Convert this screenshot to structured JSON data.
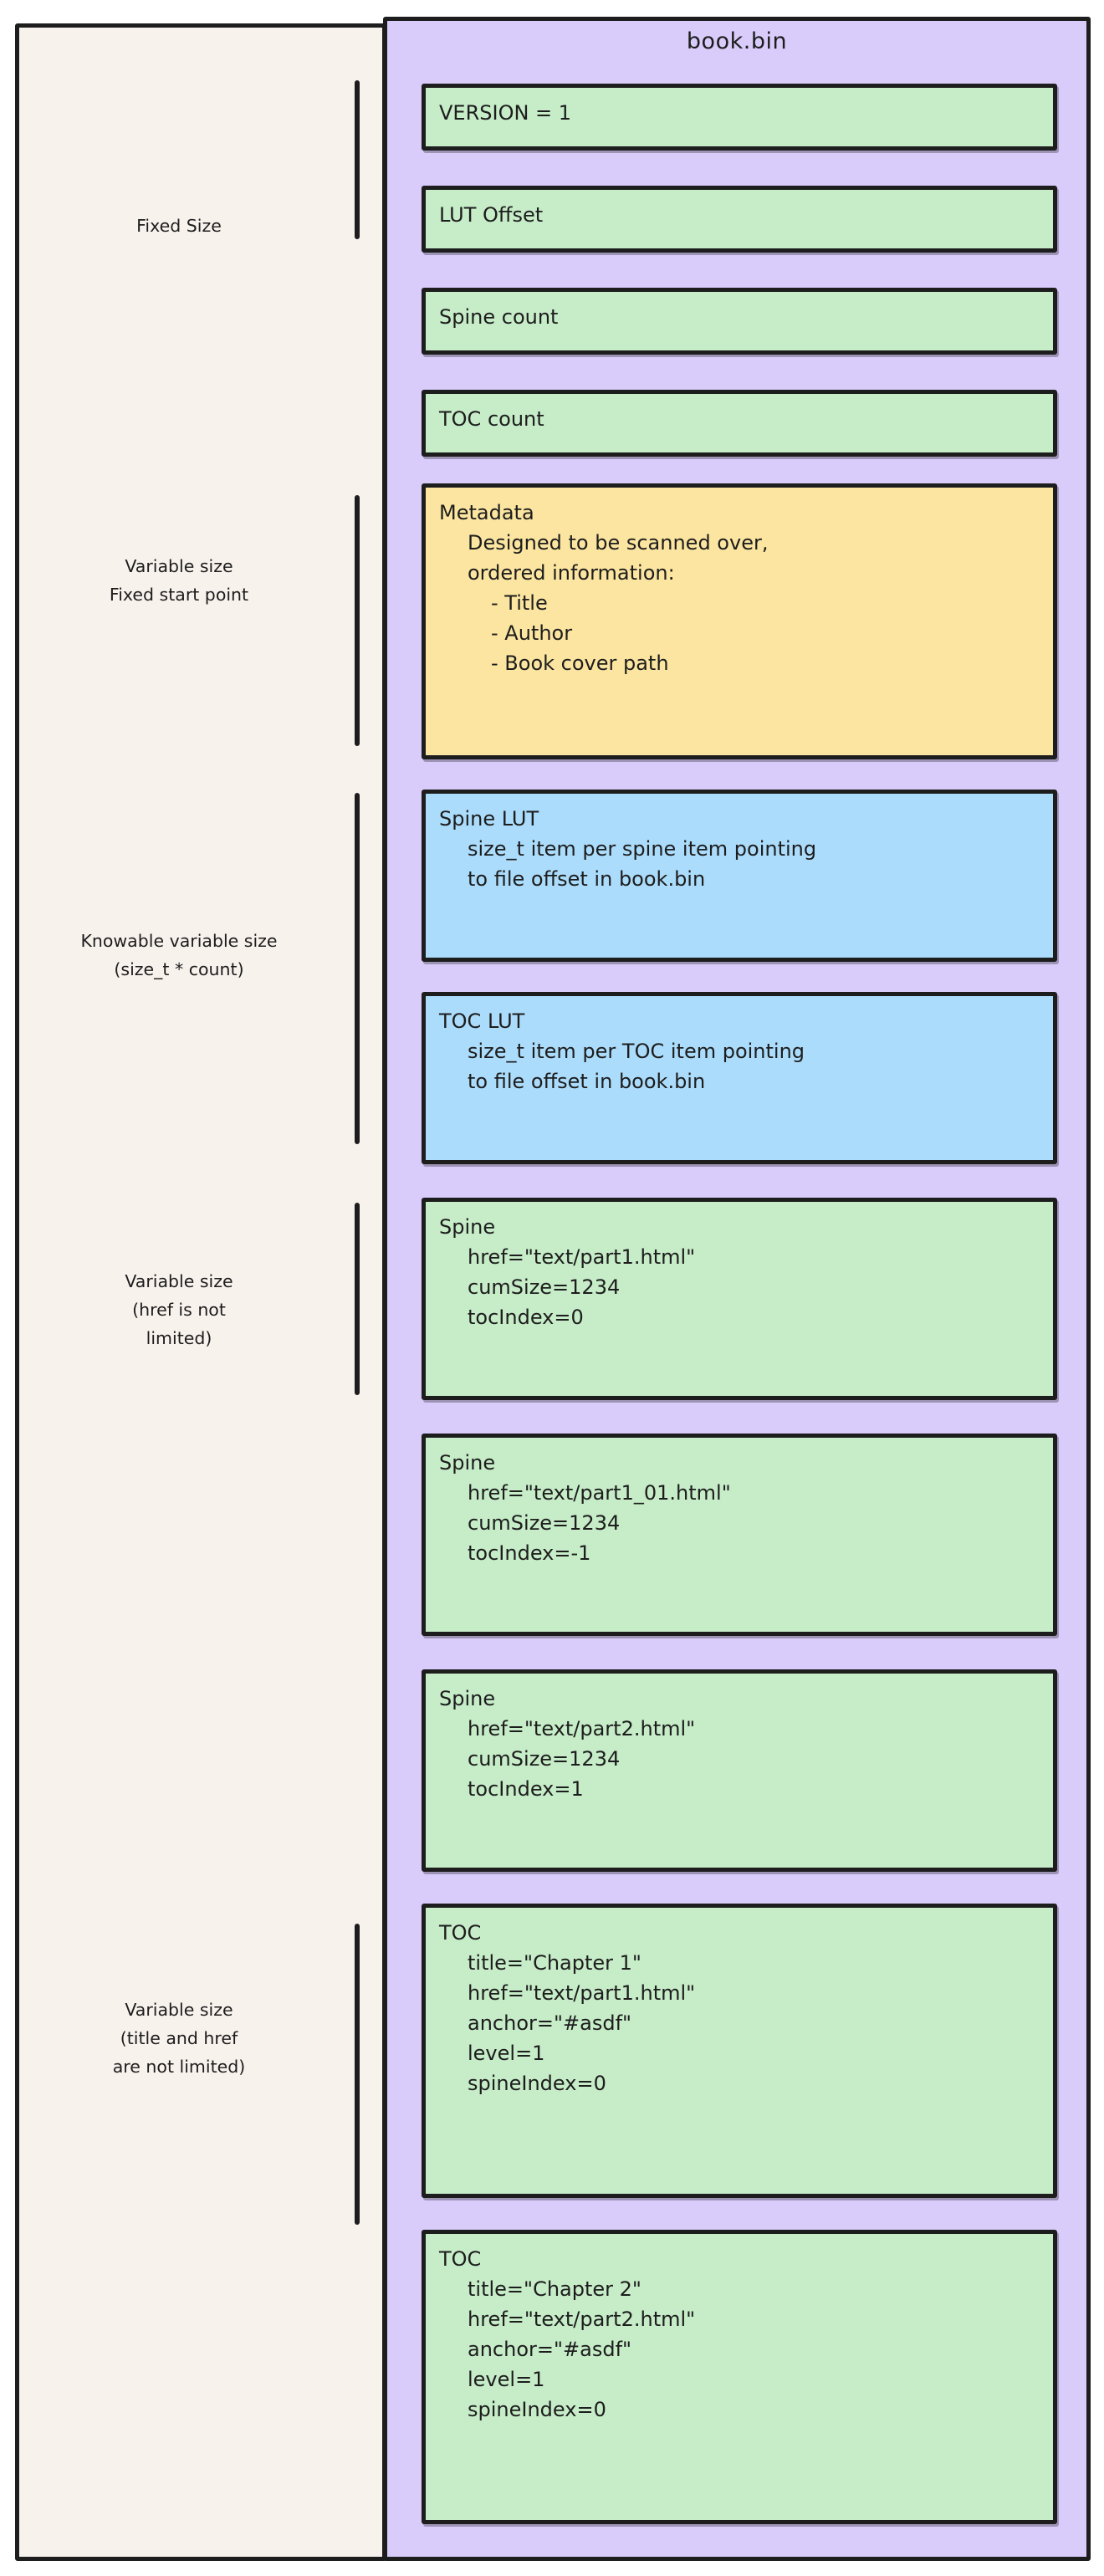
{
  "diagram": {
    "file_title": "book.bin",
    "colors": {
      "page_background": "#ffffff",
      "left_panel": "#f8f2ed",
      "right_panel": "#d9ccfb",
      "green_box": "#c6ecc8",
      "yellow_box": "#fbe5a0",
      "blue_box": "#abdcfb",
      "stroke": "#1d1d1d"
    }
  },
  "groups": [
    {
      "id": "fixed-size",
      "label": "Fixed Size"
    },
    {
      "id": "variable-fixed-start",
      "label": "Variable size\nFixed start point"
    },
    {
      "id": "knowable-variable",
      "label": "Knowable variable size\n(size_t * count)"
    },
    {
      "id": "variable-href",
      "label": "Variable size\n(href is not\nlimited)"
    },
    {
      "id": "variable-title-href",
      "label": "Variable size\n(title and href\nare not limited)"
    }
  ],
  "boxes": [
    {
      "id": "version",
      "color": "green",
      "lines": [
        {
          "text": "VERSION = 1",
          "indent": 0
        }
      ]
    },
    {
      "id": "lut-offset",
      "color": "green",
      "lines": [
        {
          "text": "LUT Offset",
          "indent": 0
        }
      ]
    },
    {
      "id": "spine-count",
      "color": "green",
      "lines": [
        {
          "text": "Spine count",
          "indent": 0
        }
      ]
    },
    {
      "id": "toc-count",
      "color": "green",
      "lines": [
        {
          "text": "TOC count",
          "indent": 0
        }
      ]
    },
    {
      "id": "metadata",
      "color": "yellow",
      "lines": [
        {
          "text": "Metadata",
          "indent": 0
        },
        {
          "text": "Designed to be scanned over,",
          "indent": 1
        },
        {
          "text": "ordered information:",
          "indent": 1
        },
        {
          "text": "- Title",
          "indent": 2
        },
        {
          "text": "- Author",
          "indent": 2
        },
        {
          "text": "- Book cover path",
          "indent": 2
        }
      ]
    },
    {
      "id": "spine-lut",
      "color": "blue",
      "lines": [
        {
          "text": "Spine LUT",
          "indent": 0
        },
        {
          "text": "size_t item per spine item pointing",
          "indent": 1
        },
        {
          "text": "to file offset in book.bin",
          "indent": 1
        }
      ]
    },
    {
      "id": "toc-lut",
      "color": "blue",
      "lines": [
        {
          "text": "TOC LUT",
          "indent": 0
        },
        {
          "text": "size_t item per TOC item pointing",
          "indent": 1
        },
        {
          "text": "to file offset in book.bin",
          "indent": 1
        }
      ]
    },
    {
      "id": "spine-1",
      "color": "green",
      "lines": [
        {
          "text": "Spine",
          "indent": 0
        },
        {
          "text": "href=\"text/part1.html\"",
          "indent": 1
        },
        {
          "text": "cumSize=1234",
          "indent": 1
        },
        {
          "text": "tocIndex=0",
          "indent": 1
        }
      ]
    },
    {
      "id": "spine-2",
      "color": "green",
      "lines": [
        {
          "text": "Spine",
          "indent": 0
        },
        {
          "text": "href=\"text/part1_01.html\"",
          "indent": 1
        },
        {
          "text": "cumSize=1234",
          "indent": 1
        },
        {
          "text": "tocIndex=-1",
          "indent": 1
        }
      ]
    },
    {
      "id": "spine-3",
      "color": "green",
      "lines": [
        {
          "text": "Spine",
          "indent": 0
        },
        {
          "text": "href=\"text/part2.html\"",
          "indent": 1
        },
        {
          "text": "cumSize=1234",
          "indent": 1
        },
        {
          "text": "tocIndex=1",
          "indent": 1
        }
      ]
    },
    {
      "id": "toc-1",
      "color": "green",
      "lines": [
        {
          "text": "TOC",
          "indent": 0
        },
        {
          "text": "title=\"Chapter 1\"",
          "indent": 1
        },
        {
          "text": "href=\"text/part1.html\"",
          "indent": 1
        },
        {
          "text": "anchor=\"#asdf\"",
          "indent": 1
        },
        {
          "text": "level=1",
          "indent": 1
        },
        {
          "text": "spineIndex=0",
          "indent": 1
        }
      ]
    },
    {
      "id": "toc-2",
      "color": "green",
      "lines": [
        {
          "text": "TOC",
          "indent": 0
        },
        {
          "text": "title=\"Chapter 2\"",
          "indent": 1
        },
        {
          "text": "href=\"text/part2.html\"",
          "indent": 1
        },
        {
          "text": "anchor=\"#asdf\"",
          "indent": 1
        },
        {
          "text": "level=1",
          "indent": 1
        },
        {
          "text": "spineIndex=0",
          "indent": 1
        }
      ]
    }
  ]
}
